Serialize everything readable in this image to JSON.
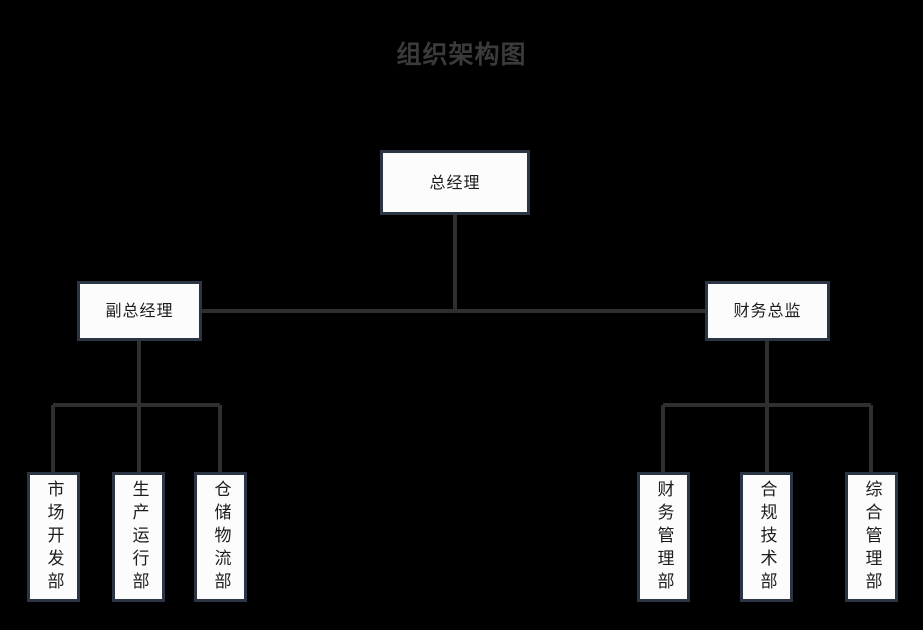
{
  "title": "组织架构图",
  "colors": {
    "background": "#000000",
    "title_text": "#3a3a3a",
    "node_fill": "#fcfcfc",
    "node_border": "#2b3543",
    "node_text": "#1d1d1d",
    "connector_line": "#2f2f2f"
  },
  "org_chart": {
    "root": {
      "label": "总经理"
    },
    "level2": [
      {
        "label": "副总经理"
      },
      {
        "label": "财务总监"
      }
    ],
    "leaves": [
      {
        "label": "市场开发部",
        "parent": "副总经理"
      },
      {
        "label": "生产运行部",
        "parent": "副总经理"
      },
      {
        "label": "仓储物流部",
        "parent": "副总经理"
      },
      {
        "label": "财务管理部",
        "parent": "财务总监"
      },
      {
        "label": "合规技术部",
        "parent": "财务总监"
      },
      {
        "label": "综合管理部",
        "parent": "财务总监"
      }
    ]
  }
}
